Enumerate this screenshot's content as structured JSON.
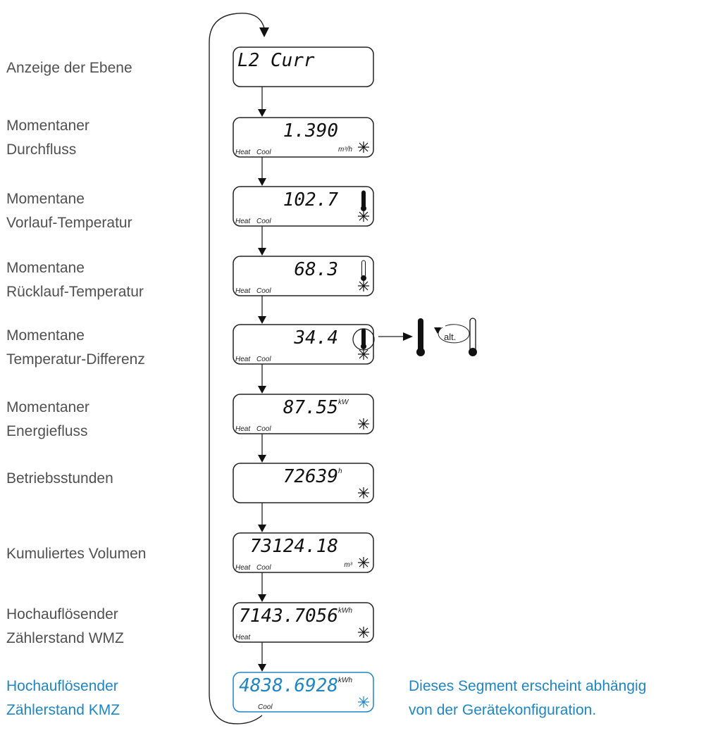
{
  "labels": [
    {
      "line1": "Anzeige der Ebene",
      "line2": ""
    },
    {
      "line1": "Momentaner",
      "line2": "Durchfluss"
    },
    {
      "line1": "Momentane",
      "line2": "Vorlauf-Temperatur"
    },
    {
      "line1": "Momentane",
      "line2": "Rücklauf-Temperatur"
    },
    {
      "line1": "Momentane",
      "line2": "Temperatur-Differenz"
    },
    {
      "line1": "Momentaner",
      "line2": "Energiefluss"
    },
    {
      "line1": "Betriebsstunden",
      "line2": ""
    },
    {
      "line1": "Kumuliertes Volumen",
      "line2": ""
    },
    {
      "line1": "Hochauflösender",
      "line2": "Zählerstand WMZ"
    },
    {
      "line1": "Hochauflösender",
      "line2": "Zählerstand KMZ"
    }
  ],
  "displays": [
    {
      "value": "L2  Curr",
      "unit": "",
      "heat": "",
      "cool": "",
      "thermometer": "",
      "star": false
    },
    {
      "value": "1.390",
      "unit": "m³/h",
      "heat": "Heat",
      "cool": "Cool",
      "thermometer": "",
      "star": true
    },
    {
      "value": "102.7",
      "unit": "",
      "heat": "Heat",
      "cool": "Cool",
      "thermometer": "filled",
      "star": true
    },
    {
      "value": "68.3",
      "unit": "",
      "heat": "Heat",
      "cool": "Cool",
      "thermometer": "empty",
      "star": true
    },
    {
      "value": "34.4",
      "unit": "",
      "heat": "Heat",
      "cool": "Cool",
      "thermometer": "filled",
      "star": true
    },
    {
      "value": "87.55",
      "unit": "kW",
      "heat": "Heat",
      "cool": "Cool",
      "thermometer": "",
      "star": true
    },
    {
      "value": "72639",
      "unit": "h",
      "heat": "",
      "cool": "",
      "thermometer": "",
      "star": true
    },
    {
      "value": "73124.18",
      "unit": "m³",
      "heat": "Heat",
      "cool": "Cool",
      "thermometer": "",
      "star": true
    },
    {
      "value": "7143.7056",
      "unit": "kWh",
      "heat": "Heat",
      "cool": "",
      "thermometer": "",
      "star": true
    },
    {
      "value": "4838.6928",
      "unit": "kWh",
      "heat": "",
      "cool": "Cool",
      "thermometer": "",
      "star": true
    }
  ],
  "alternate_label": "alt.",
  "note": {
    "line1": "Dieses Segment erscheint abhängig",
    "line2": "von der Gerätekonfiguration."
  },
  "colors": {
    "text": "#505050",
    "accent": "#1f86c5",
    "lcd_outline": "#222222"
  }
}
